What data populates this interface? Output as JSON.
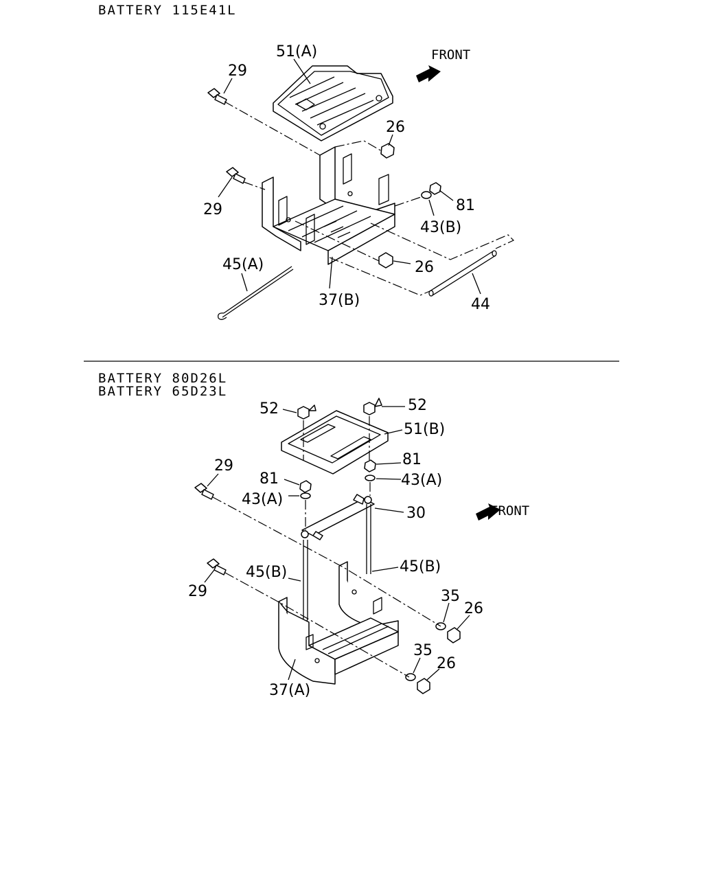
{
  "headers": {
    "top": "BATTERY 115E41L",
    "bottom_1": "BATTERY 80D26L",
    "bottom_2": "BATTERY 65D23L"
  },
  "front_label": "FRONT",
  "top_callouts": {
    "cover": "51(A)",
    "bolt_upper": "29",
    "nut_upper": "26",
    "bolt_lower": "29",
    "nut_81": "81",
    "washer_43b": "43(B)",
    "nut_lower": "26",
    "rod_45a": "45(A)",
    "bracket_37b": "37(B)",
    "rod_44": "44"
  },
  "bottom_callouts": {
    "wing_nut_left": "52",
    "wing_nut_right": "52",
    "cover": "51(B)",
    "bolt_upper": "29",
    "nut_81_right": "81",
    "washer_43a_right": "43(A)",
    "nut_81_left": "81",
    "washer_43a_left": "43(A)",
    "clamp_30": "30",
    "rod_45b_right": "45(B)",
    "bolt_lower": "29",
    "rod_45b_left": "45(B)",
    "washer_35_upper": "35",
    "nut_26_upper": "26",
    "washer_35_lower": "35",
    "nut_26_lower": "26",
    "bracket_37a": "37(A)"
  }
}
